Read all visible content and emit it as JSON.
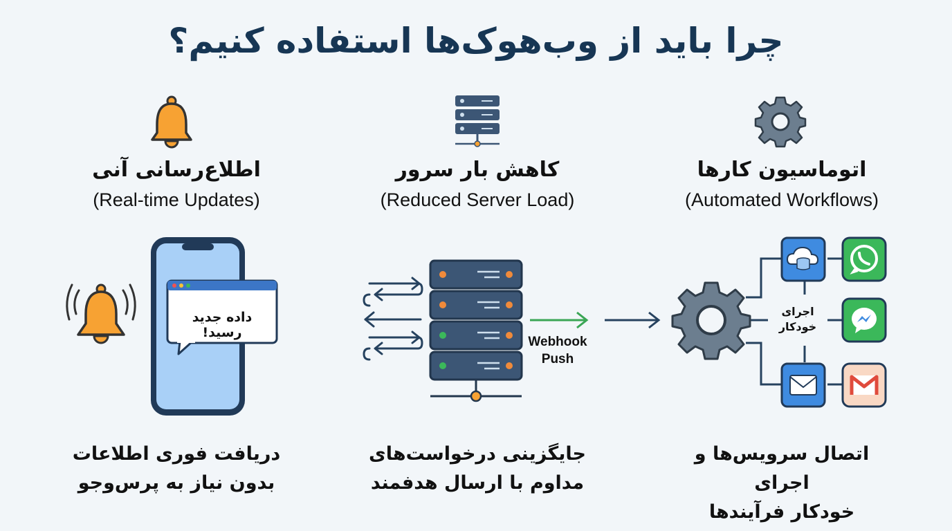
{
  "title": "چرا باید از وب‌هوک‌ها استفاده کنیم؟",
  "columns": [
    {
      "icon": "bell-icon",
      "heading": "اطلاع‌رسانی آنی",
      "subheading": "(Real-time Updates)",
      "bubble": "داده جدید رسید!",
      "desc_line1": "دریافت فوری اطلاعات",
      "desc_line2": "بدون نیاز به پرس‌وجو"
    },
    {
      "icon": "server-icon",
      "heading": "کاهش بار سرور",
      "subheading": "(Reduced Server Load)",
      "push_line1": "Webhook",
      "push_line2": "Push",
      "desc_line1": "جایگزینی درخواست‌های",
      "desc_line2": "مداوم با ارسال هدفمند"
    },
    {
      "icon": "gear-icon",
      "heading": "اتوماسیون کارها",
      "subheading": "(Automated Workflows)",
      "auto_line1": "اجرای",
      "auto_line2": "خودکار",
      "desc_line1": "اتصال سرویس‌ها و اجرای",
      "desc_line2": "خودکار فرآیندها"
    }
  ],
  "colors": {
    "title": "#173654",
    "bell": "#f7a233",
    "server": "#3c5675",
    "led_orange": "#f08a3a",
    "led_green": "#3bb85a",
    "arrow_dark": "#26425f",
    "arrow_green": "#3aa655",
    "phone_screen": "#a9d0f7",
    "gear": "#6c7e8f"
  }
}
